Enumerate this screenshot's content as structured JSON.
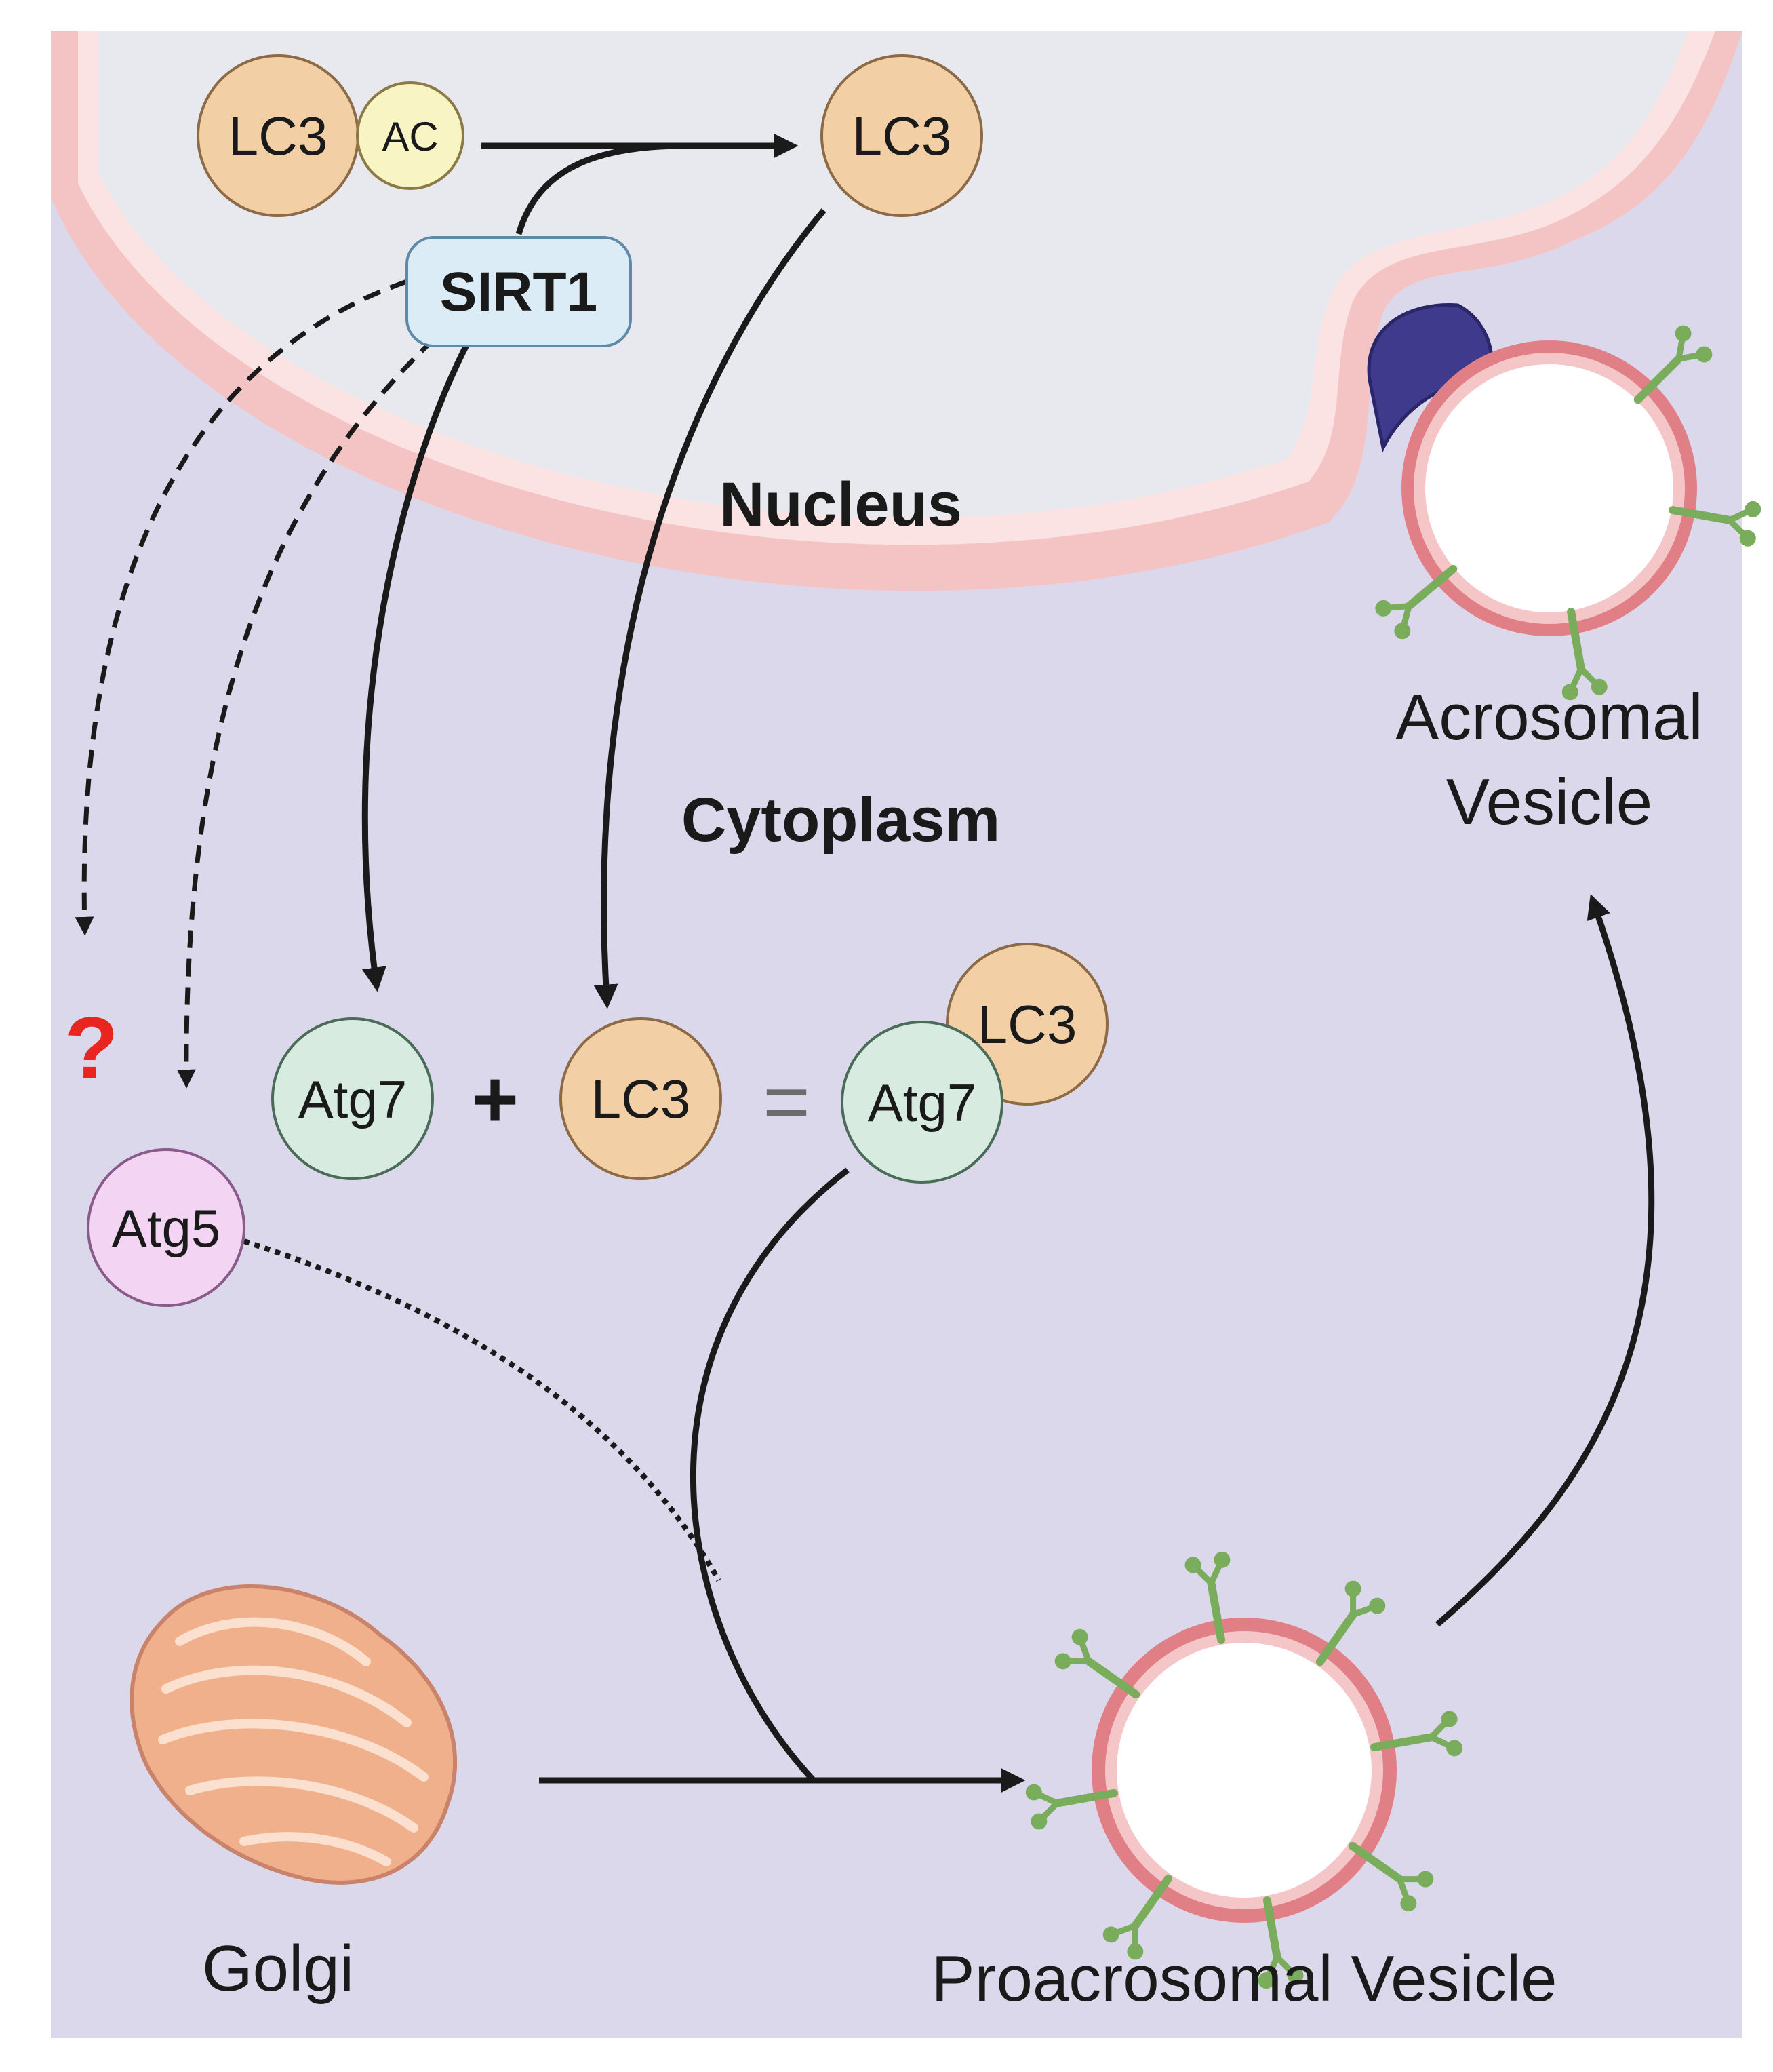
{
  "compartments": {
    "nucleus": "Nucleus",
    "cytoplasm": "Cytoplasm"
  },
  "molecules": {
    "lc3_acetylated": "LC3",
    "acetyl_group": "AC",
    "lc3_nuclear": "LC3",
    "sirt1": "SIRT1",
    "atg7": "Atg7",
    "lc3_cytoplasm": "LC3",
    "complex_lc3": "LC3",
    "complex_atg7": "Atg7",
    "atg5": "Atg5"
  },
  "operators": {
    "plus": "+",
    "equals": "="
  },
  "unknown_mark": "?",
  "organelles": {
    "golgi": "Golgi",
    "proacrosomal_vesicle": "Proacrosomal Vesicle",
    "acrosomal_vesicle_line1": "Acrosomal",
    "acrosomal_vesicle_line2": "Vesicle"
  },
  "colors": {
    "background": "#dcd8ec",
    "nucleus_fill": "#e8e9ee",
    "nuclear_envelope": "#f4c4c4",
    "lc3_fill": "#f2cfa5",
    "lc3_stroke": "#8c6a45",
    "ac_fill": "#f8f4c4",
    "sirt1_fill": "#dcecf6",
    "sirt1_stroke": "#5e8aa8",
    "atg7_fill": "#d8ebe1",
    "atg5_fill": "#f3d4f3",
    "vesicle_ring": "#e07f85",
    "receptor": "#79ad5c",
    "acroplaxome": "#3f3a8c",
    "question_mark": "#e8261f",
    "arrow": "#1a1a1a"
  }
}
